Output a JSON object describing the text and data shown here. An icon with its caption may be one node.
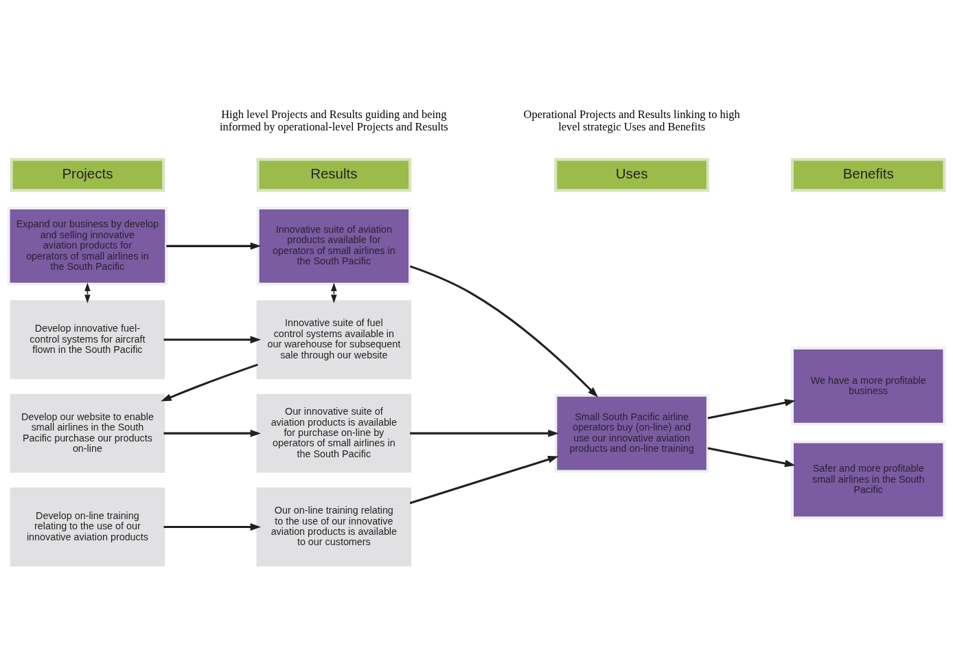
{
  "diagram": {
    "nodes": [
      {
        "text": [
          "Expand our business by develop and selling innovative aviation products for operators of small airlines in the South Pacific"
        ]
      },
      {
        "text": [
          "Innovative suite of aviation products available for operators of small airlines in the South Pacific"
        ]
      },
      {
        "text": [
          "Small South Pacific airline operators buy (on-line) and use our innovative aviation products and on-line training"
        ]
      },
      {
        "text": [
          "We have a more profitable business"
        ]
      },
      {
        "text": [
          "Safer and more profitable small airlines in the South Pacific"
        ]
      },
      {
        "text": [
          "Develop innovative fuel-control systems for aircraft flown in the South Pacific"
        ]
      },
      {
        "text": [
          "Innovative suite of fuel control systems available in our warehouse for subsequent sale through our website"
        ]
      },
      {
        "text": [
          "Develop our website to enable small airlines in the South Pacific purchase our products on-line"
        ]
      },
      {
        "text": [
          "Our innovative suite of aviation products is available for purchase on-line by operators of small airlines in the South Pacific"
        ]
      },
      {
        "text": [
          "Develop on-line training relating to the use of our innovative aviation products"
        ]
      },
      {
        "text": [
          "Our on-line training relating to the use of our innovative aviation products is available to our customers"
        ]
      }
    ],
    "edges": [
      {
        "from": 0,
        "to": 1,
        "arrow": "to"
      },
      {
        "from": 1,
        "to": 2,
        "arrow": "to"
      },
      {
        "from": 2,
        "to": 3,
        "arrow": "to"
      },
      {
        "from": 2,
        "to": 4,
        "arrow": "to"
      },
      {
        "from": 0,
        "to": 5,
        "arrow": "both",
        "style": "dashed"
      },
      {
        "from": 1,
        "to": 6,
        "arrow": "both",
        "style": "dashed"
      },
      {
        "from": 5,
        "to": 6,
        "arrow": "to"
      },
      {
        "from": 6,
        "to": 7,
        "arrow": "to"
      },
      {
        "from": 7,
        "to": 8,
        "arrow": "to"
      },
      {
        "from": 9,
        "to": 10,
        "arrow": "to"
      },
      {
        "from": 8,
        "to": 2,
        "arrow": "to"
      },
      {
        "from": 10,
        "to": 2,
        "arrow": "to"
      }
    ],
    "labels": [
      "Projects",
      "Results",
      "Uses",
      "Benefits",
      "High level Projects and Results guiding and being informed by operational-level Projects and Results",
      "Operational Projects and Results linking to high level strategic Uses and Benefits"
    ]
  }
}
